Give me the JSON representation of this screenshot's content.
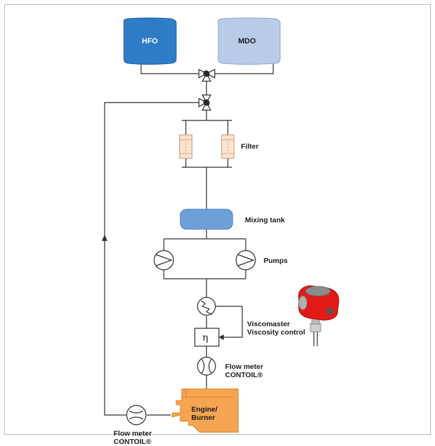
{
  "tanks": {
    "hfo": {
      "label": "HFO",
      "color": "#2f7cc6"
    },
    "mdo": {
      "label": "MDO",
      "color": "#b8cce8"
    }
  },
  "labels": {
    "filter": "Filter",
    "mixing_tank": "Mixing tank",
    "pumps": "Pumps",
    "viscomaster_line1": "Viscomaster",
    "viscomaster_line2": "Viscosity control",
    "flow_meter_top_line1": "Flow meter",
    "flow_meter_top_line2": "CONTOIL®",
    "flow_meter_bottom_line1": "Flow meter",
    "flow_meter_bottom_line2": "CONTOIL®",
    "engine_line1": "Engine/",
    "engine_line2": "Burner",
    "viscosity_symbol": "η"
  },
  "colors": {
    "line": "#2a2a2a",
    "mixing_tank": "#6f9fd8",
    "filter_fill": "#fbe3cf",
    "engine": "#f5a552",
    "frame": "#b9b9b9"
  }
}
